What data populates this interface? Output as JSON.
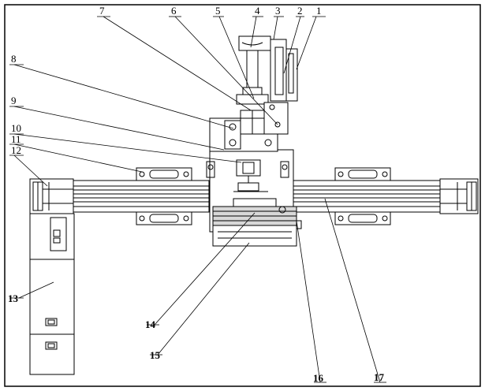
{
  "labels": {
    "n1": "1",
    "n2": "2",
    "n3": "3",
    "n4": "4",
    "n5": "5",
    "n6": "6",
    "n7": "7",
    "n8": "8",
    "n9": "9",
    "n10": "10",
    "n11": "11",
    "n12": "12",
    "n13": "13",
    "n14": "14",
    "n15": "15",
    "n16": "16",
    "n17": "17"
  },
  "colors": {
    "line": "#000000",
    "paper": "#ffffff",
    "fill": "#d8d8d8"
  }
}
